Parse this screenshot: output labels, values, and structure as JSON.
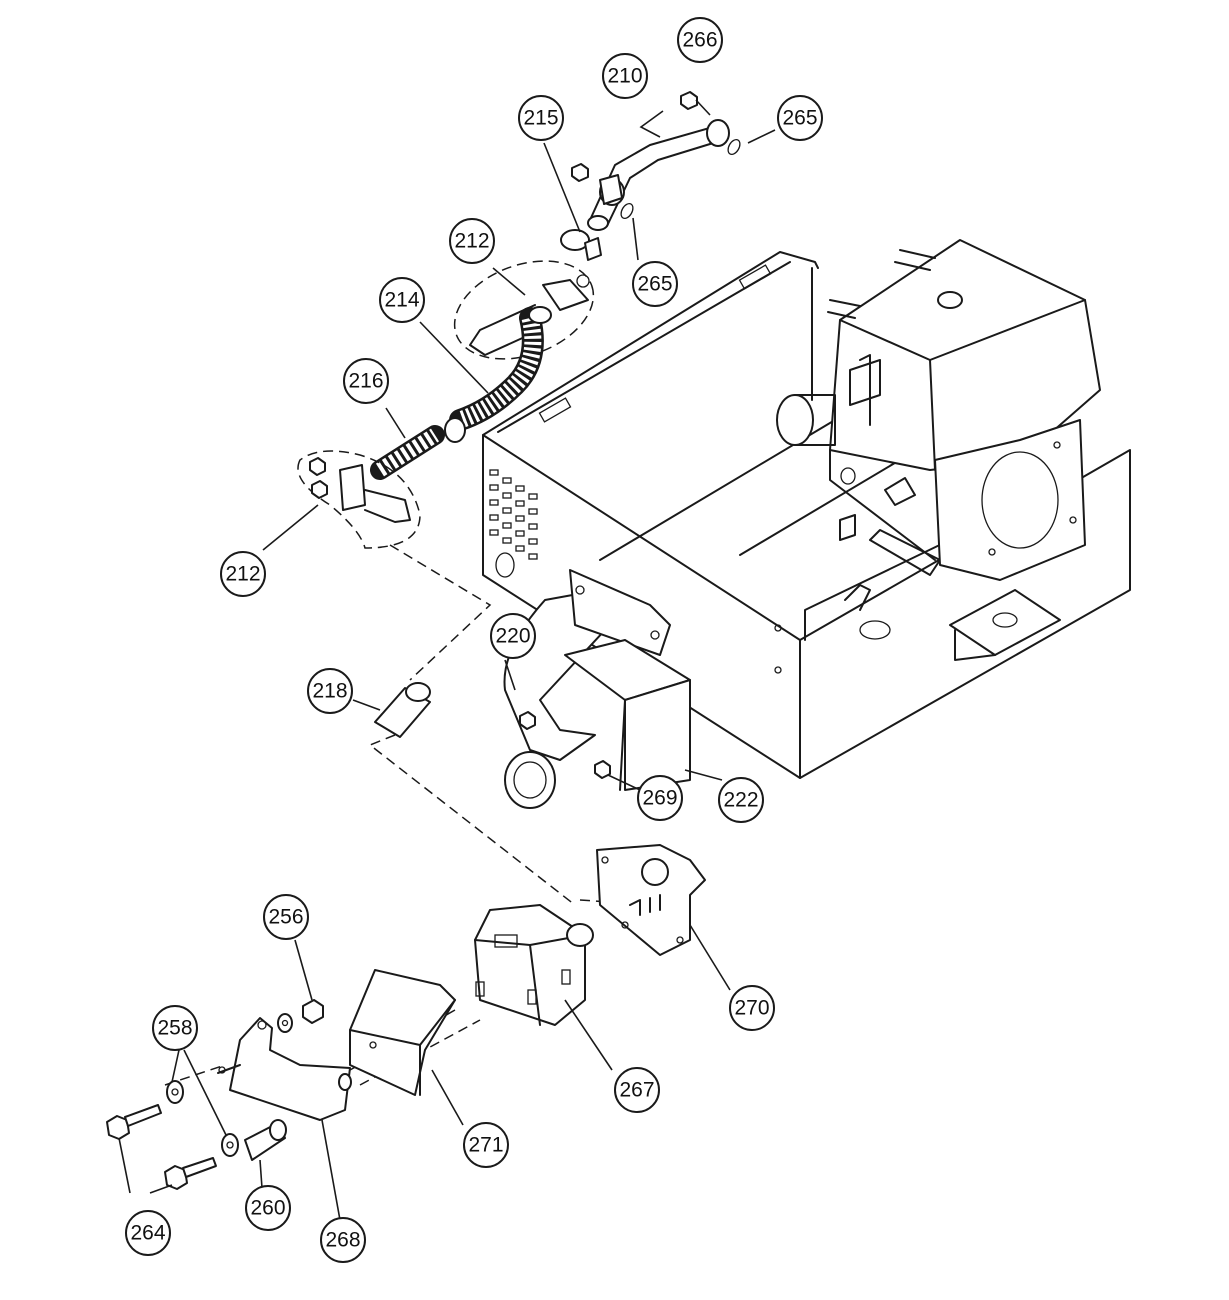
{
  "callouts": [
    {
      "id": "c266",
      "label": "266"
    },
    {
      "id": "c210",
      "label": "210"
    },
    {
      "id": "c215",
      "label": "215"
    },
    {
      "id": "c265a",
      "label": "265"
    },
    {
      "id": "c212a",
      "label": "212"
    },
    {
      "id": "c265b",
      "label": "265"
    },
    {
      "id": "c214",
      "label": "214"
    },
    {
      "id": "c216",
      "label": "216"
    },
    {
      "id": "c212b",
      "label": "212"
    },
    {
      "id": "c220",
      "label": "220"
    },
    {
      "id": "c218",
      "label": "218"
    },
    {
      "id": "c269",
      "label": "269"
    },
    {
      "id": "c222",
      "label": "222"
    },
    {
      "id": "c256",
      "label": "256"
    },
    {
      "id": "c270",
      "label": "270"
    },
    {
      "id": "c258",
      "label": "258"
    },
    {
      "id": "c267",
      "label": "267"
    },
    {
      "id": "c271",
      "label": "271"
    },
    {
      "id": "c264",
      "label": "264"
    },
    {
      "id": "c260",
      "label": "260"
    },
    {
      "id": "c268",
      "label": "268"
    }
  ]
}
